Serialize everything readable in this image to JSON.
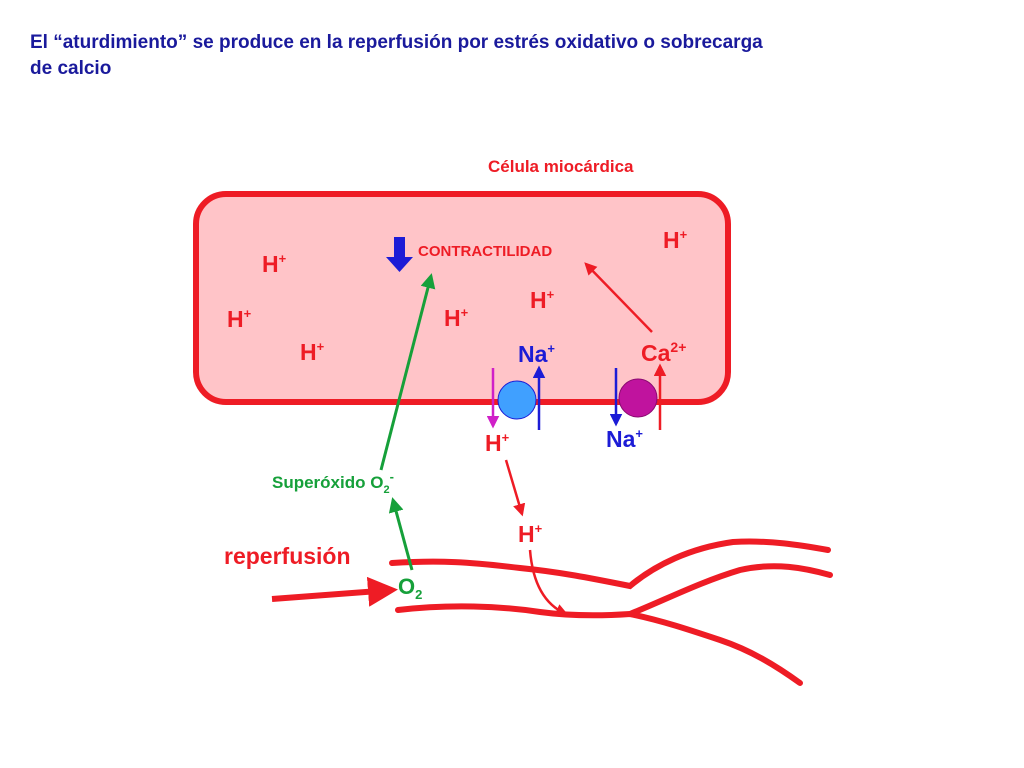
{
  "title": {
    "line1": "El “aturdimiento” se produce en la reperfusión por estrés oxidativo o sobrecarga",
    "line2": "de calcio"
  },
  "colors": {
    "title": "#1a1a9c",
    "red": "#ee1c25",
    "cell_fill": "#ffc4c8",
    "blue": "#1c1cd6",
    "green": "#16a03a",
    "pump_blue": "#40a0ff",
    "pump_magenta": "#c0139e",
    "magenta_arrow": "#d020c8"
  },
  "cell": {
    "label": "Célula miocárdica",
    "contractility": "CONTRACTILIDAD",
    "down_arrow_icon": "down-arrow-icon"
  },
  "ions": {
    "h": "H",
    "plus": "+",
    "na": "Na",
    "ca": "Ca",
    "ca_charge": "2+"
  },
  "labels": {
    "superoxide": "Superóxido O",
    "superoxide_sub": "2",
    "superoxide_sup": "-",
    "oxygen": "O",
    "oxygen_sub": "2",
    "reperfusion": "reperfusión"
  }
}
